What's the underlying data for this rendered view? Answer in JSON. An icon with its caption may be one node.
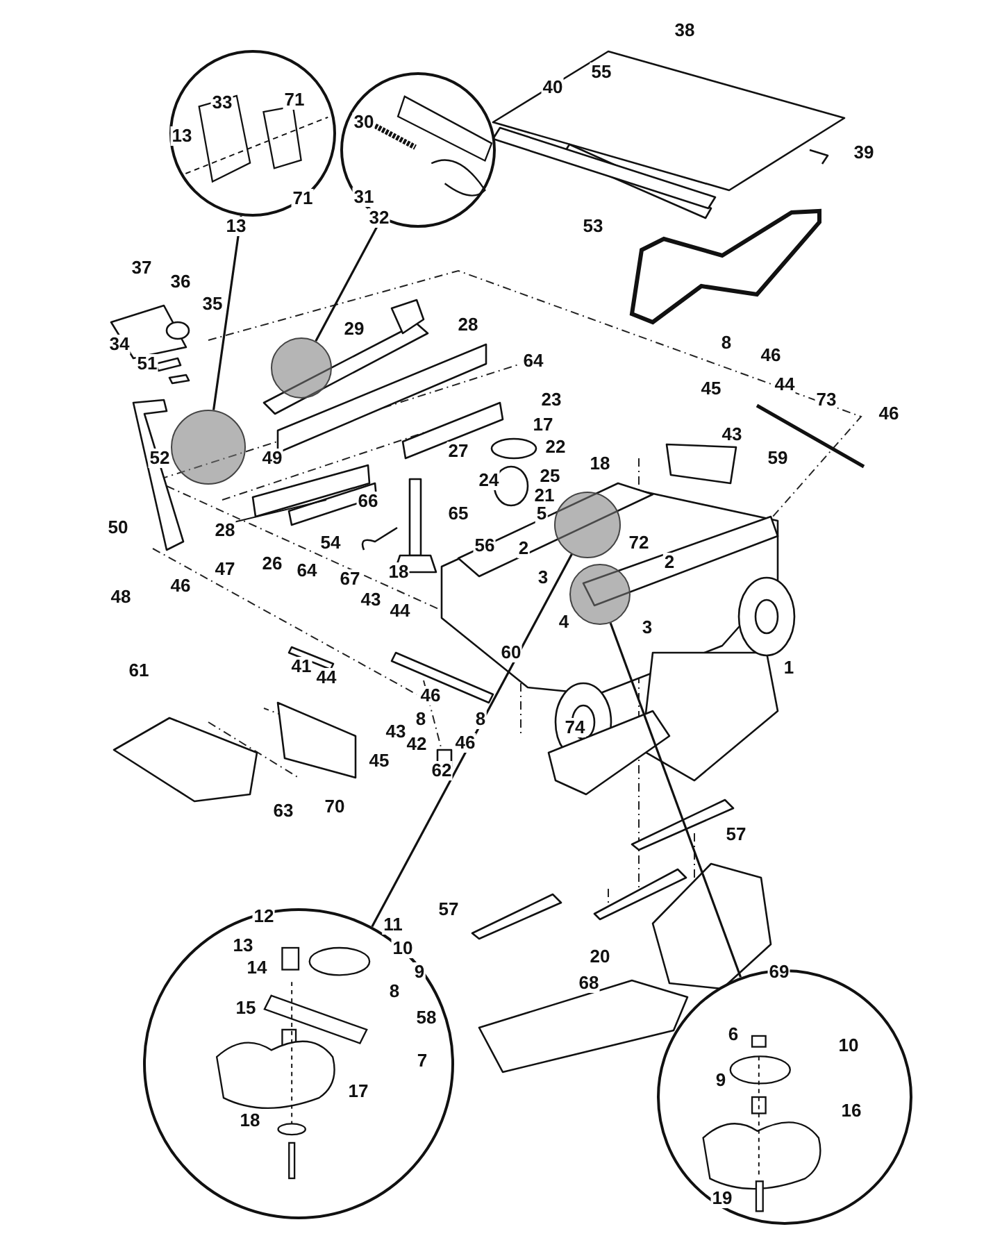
{
  "diagram": {
    "nodes": [
      {
        "text": [],
        "shape": "circle"
      },
      {
        "text": [],
        "shape": "circle"
      },
      {
        "text": [],
        "shape": "circle"
      },
      {
        "text": [],
        "shape": "circle"
      },
      {
        "text": [],
        "shape": "circle"
      },
      {
        "text": [],
        "shape": "circle"
      },
      {
        "text": [],
        "shape": "circle"
      },
      {
        "text": [],
        "shape": "circle"
      }
    ],
    "edges": [
      {
        "from": 2,
        "to": 0,
        "arrow": "none"
      },
      {
        "from": 3,
        "to": 1,
        "arrow": "none"
      },
      {
        "from": 4,
        "to": 6,
        "arrow": "none"
      },
      {
        "from": 5,
        "to": 7,
        "arrow": "none"
      }
    ],
    "labels": [
      "38",
      "55",
      "40",
      "33",
      "71",
      "30",
      "13",
      "39",
      "71",
      "31",
      "13",
      "32",
      "53",
      "37",
      "36",
      "35",
      "34",
      "29",
      "28",
      "8",
      "46",
      "51",
      "64",
      "45",
      "44",
      "23",
      "73",
      "46",
      "43",
      "17",
      "52",
      "49",
      "27",
      "22",
      "18",
      "59",
      "24",
      "66",
      "25",
      "65",
      "21",
      "5",
      "72",
      "50",
      "28",
      "56",
      "2",
      "2",
      "54",
      "26",
      "64",
      "18",
      "67",
      "3",
      "47",
      "3",
      "46",
      "4",
      "48",
      "43",
      "44",
      "1",
      "60",
      "41",
      "44",
      "46",
      "8",
      "8",
      "43",
      "42",
      "46",
      "45",
      "61",
      "74",
      "62",
      "63",
      "70",
      "57",
      "12",
      "11",
      "57",
      "20",
      "13",
      "10",
      "14",
      "9",
      "69",
      "68",
      "15",
      "8",
      "58",
      "7",
      "6",
      "10",
      "9",
      "17",
      "16",
      "18",
      "19"
    ]
  }
}
